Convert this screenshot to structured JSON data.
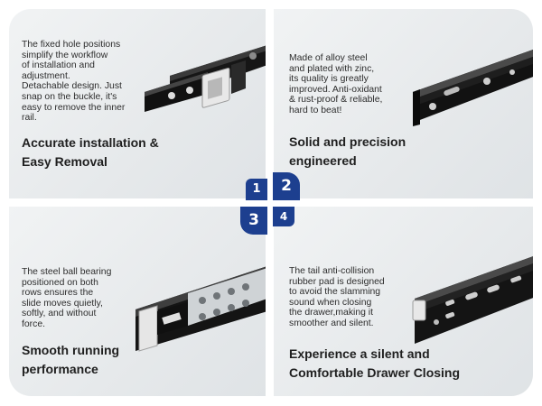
{
  "panels": [
    {
      "number": "1",
      "description": "The fixed hole positions\nsimplify the workflow\nof installation and\nadjustment.\nDetachable design. Just\nsnap on the buckle, it's\neasy to remove the inner\nrail.",
      "title": "Accurate installation &\nEasy Removal"
    },
    {
      "number": "2",
      "description": "Made of alloy steel\nand plated with zinc,\nits quality is greatly\nimproved. Anti-oxidant\n& rust-proof & reliable,\nhard to beat!",
      "title": "Solid and precision\nengineered"
    },
    {
      "number": "3",
      "description": "The steel ball bearing\npositioned on both\nrows ensures the\nslide moves quietly,\nsoftly, and without\nforce.",
      "title": "Smooth running\nperformance"
    },
    {
      "number": "4",
      "description": "The tail anti-collision\nrubber pad is designed\nto avoid the slamming\nsound when closing\nthe drawer,making it\nsmoother and silent.",
      "title": "Experience a silent and\nComfortable Drawer Closing"
    }
  ],
  "colors": {
    "badge": "#1d3f8f",
    "rail_black": "#141414",
    "panel_bg": "#e9ecee"
  },
  "icons": [
    "slide-rail-buckle-image",
    "slide-rail-zinc-image",
    "slide-rail-ball-bearing-image",
    "slide-rail-rubber-pad-image"
  ]
}
